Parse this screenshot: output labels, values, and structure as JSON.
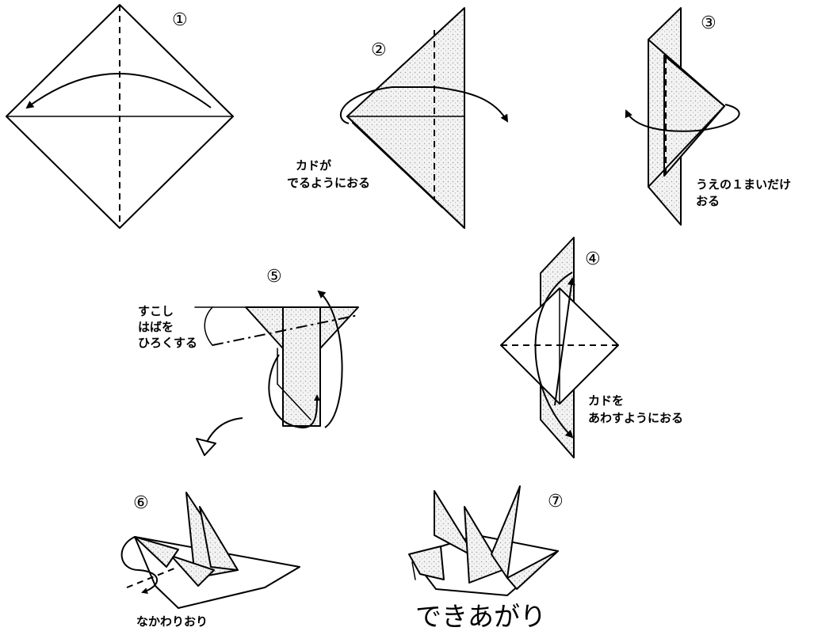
{
  "steps": [
    {
      "number": "①"
    },
    {
      "number": "②"
    },
    {
      "number": "③"
    },
    {
      "number": "④"
    },
    {
      "number": "⑤"
    },
    {
      "number": "⑥"
    },
    {
      "number": "⑦"
    }
  ],
  "notes": {
    "step2_line1": "カドが",
    "step2_line2": "でるようにおる",
    "step3_line1": "うえの１まいだけ",
    "step3_line2": "おる",
    "step4_line1": "カドを",
    "step4_line2": "あわすようにおる",
    "step5_line1": "すこし",
    "step5_line2": "はばを",
    "step5_line3": "ひろくする",
    "step6": "なかわりおり",
    "final": "できあがり"
  },
  "colors": {
    "ink": "#000000",
    "paper": "#ffffff",
    "shade": "#d8d8d8"
  },
  "icons": {
    "circled_numbers": "step-number-icon",
    "fold_arrow": "fold-arrow-icon",
    "turn_arrow": "turn-over-arrow-icon"
  }
}
